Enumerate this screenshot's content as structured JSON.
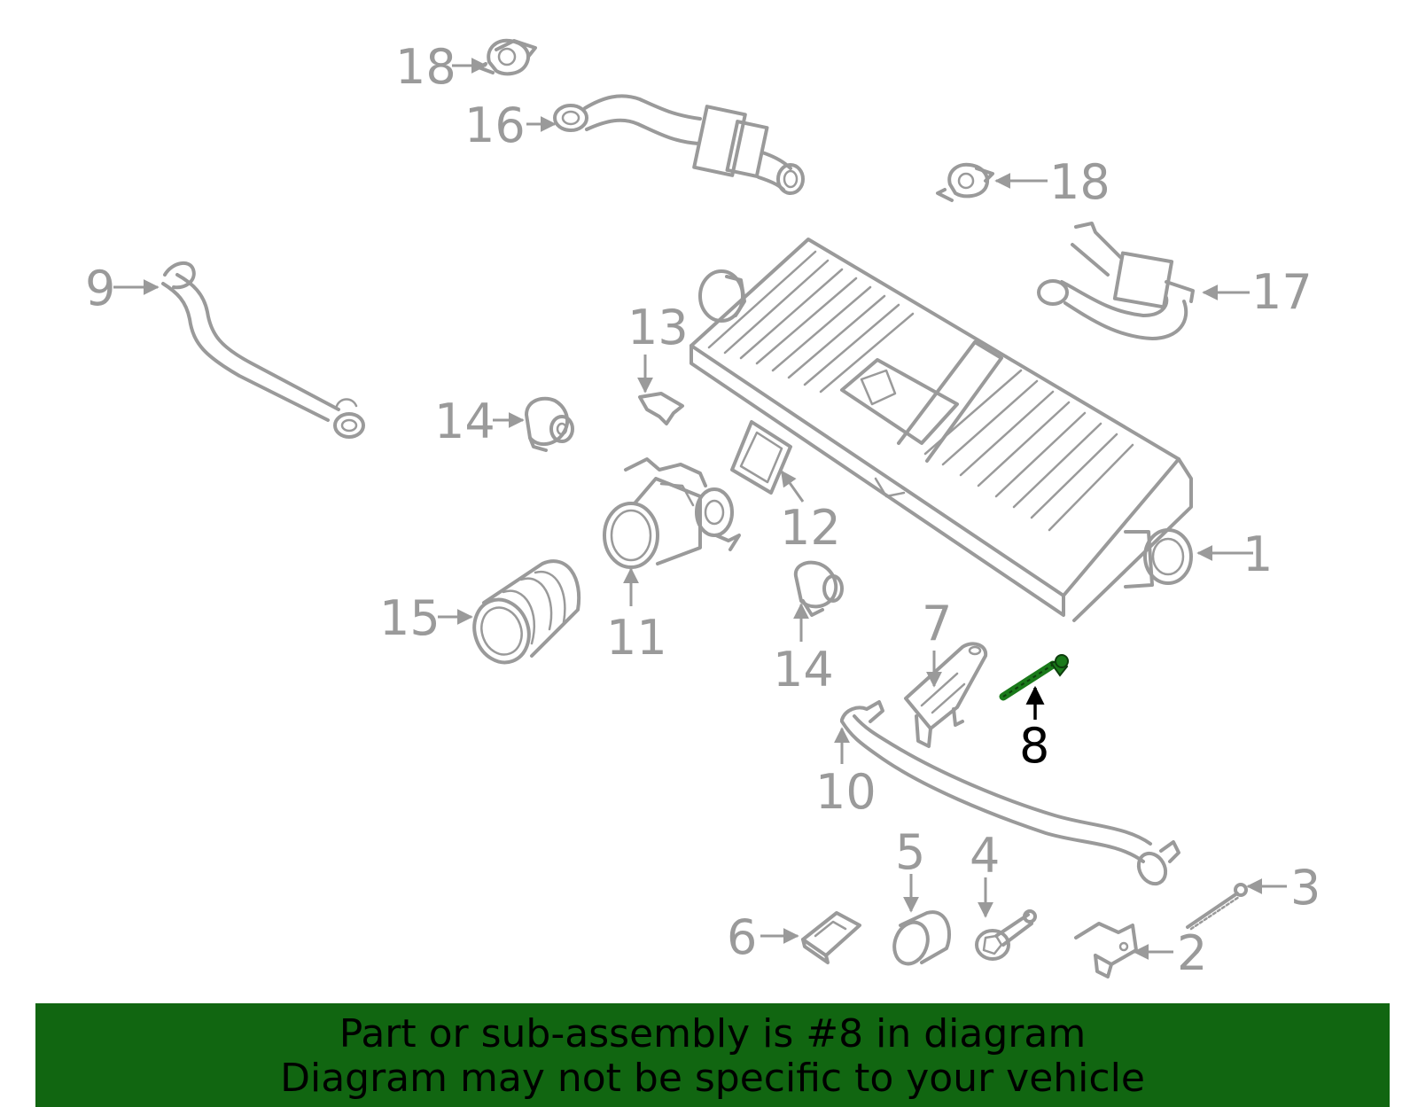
{
  "callouts": {
    "c1": "1",
    "c2": "2",
    "c3": "3",
    "c4": "4",
    "c5": "5",
    "c6": "6",
    "c7": "7",
    "c8": "8",
    "c9": "9",
    "c10": "10",
    "c11": "11",
    "c12": "12",
    "c13": "13",
    "c14a": "14",
    "c14b": "14",
    "c15": "15",
    "c16": "16",
    "c17": "17",
    "c18a": "18",
    "c18b": "18"
  },
  "highlight_part": "8",
  "colors": {
    "part_stroke": "#9a9a9a",
    "highlight_part": "#1a7a1a",
    "banner_bg": "#116611",
    "banner_text": "#000000"
  },
  "banner": {
    "line1": "Part or sub-assembly is #8 in diagram",
    "line2": "Diagram may not be specific to your vehicle"
  }
}
